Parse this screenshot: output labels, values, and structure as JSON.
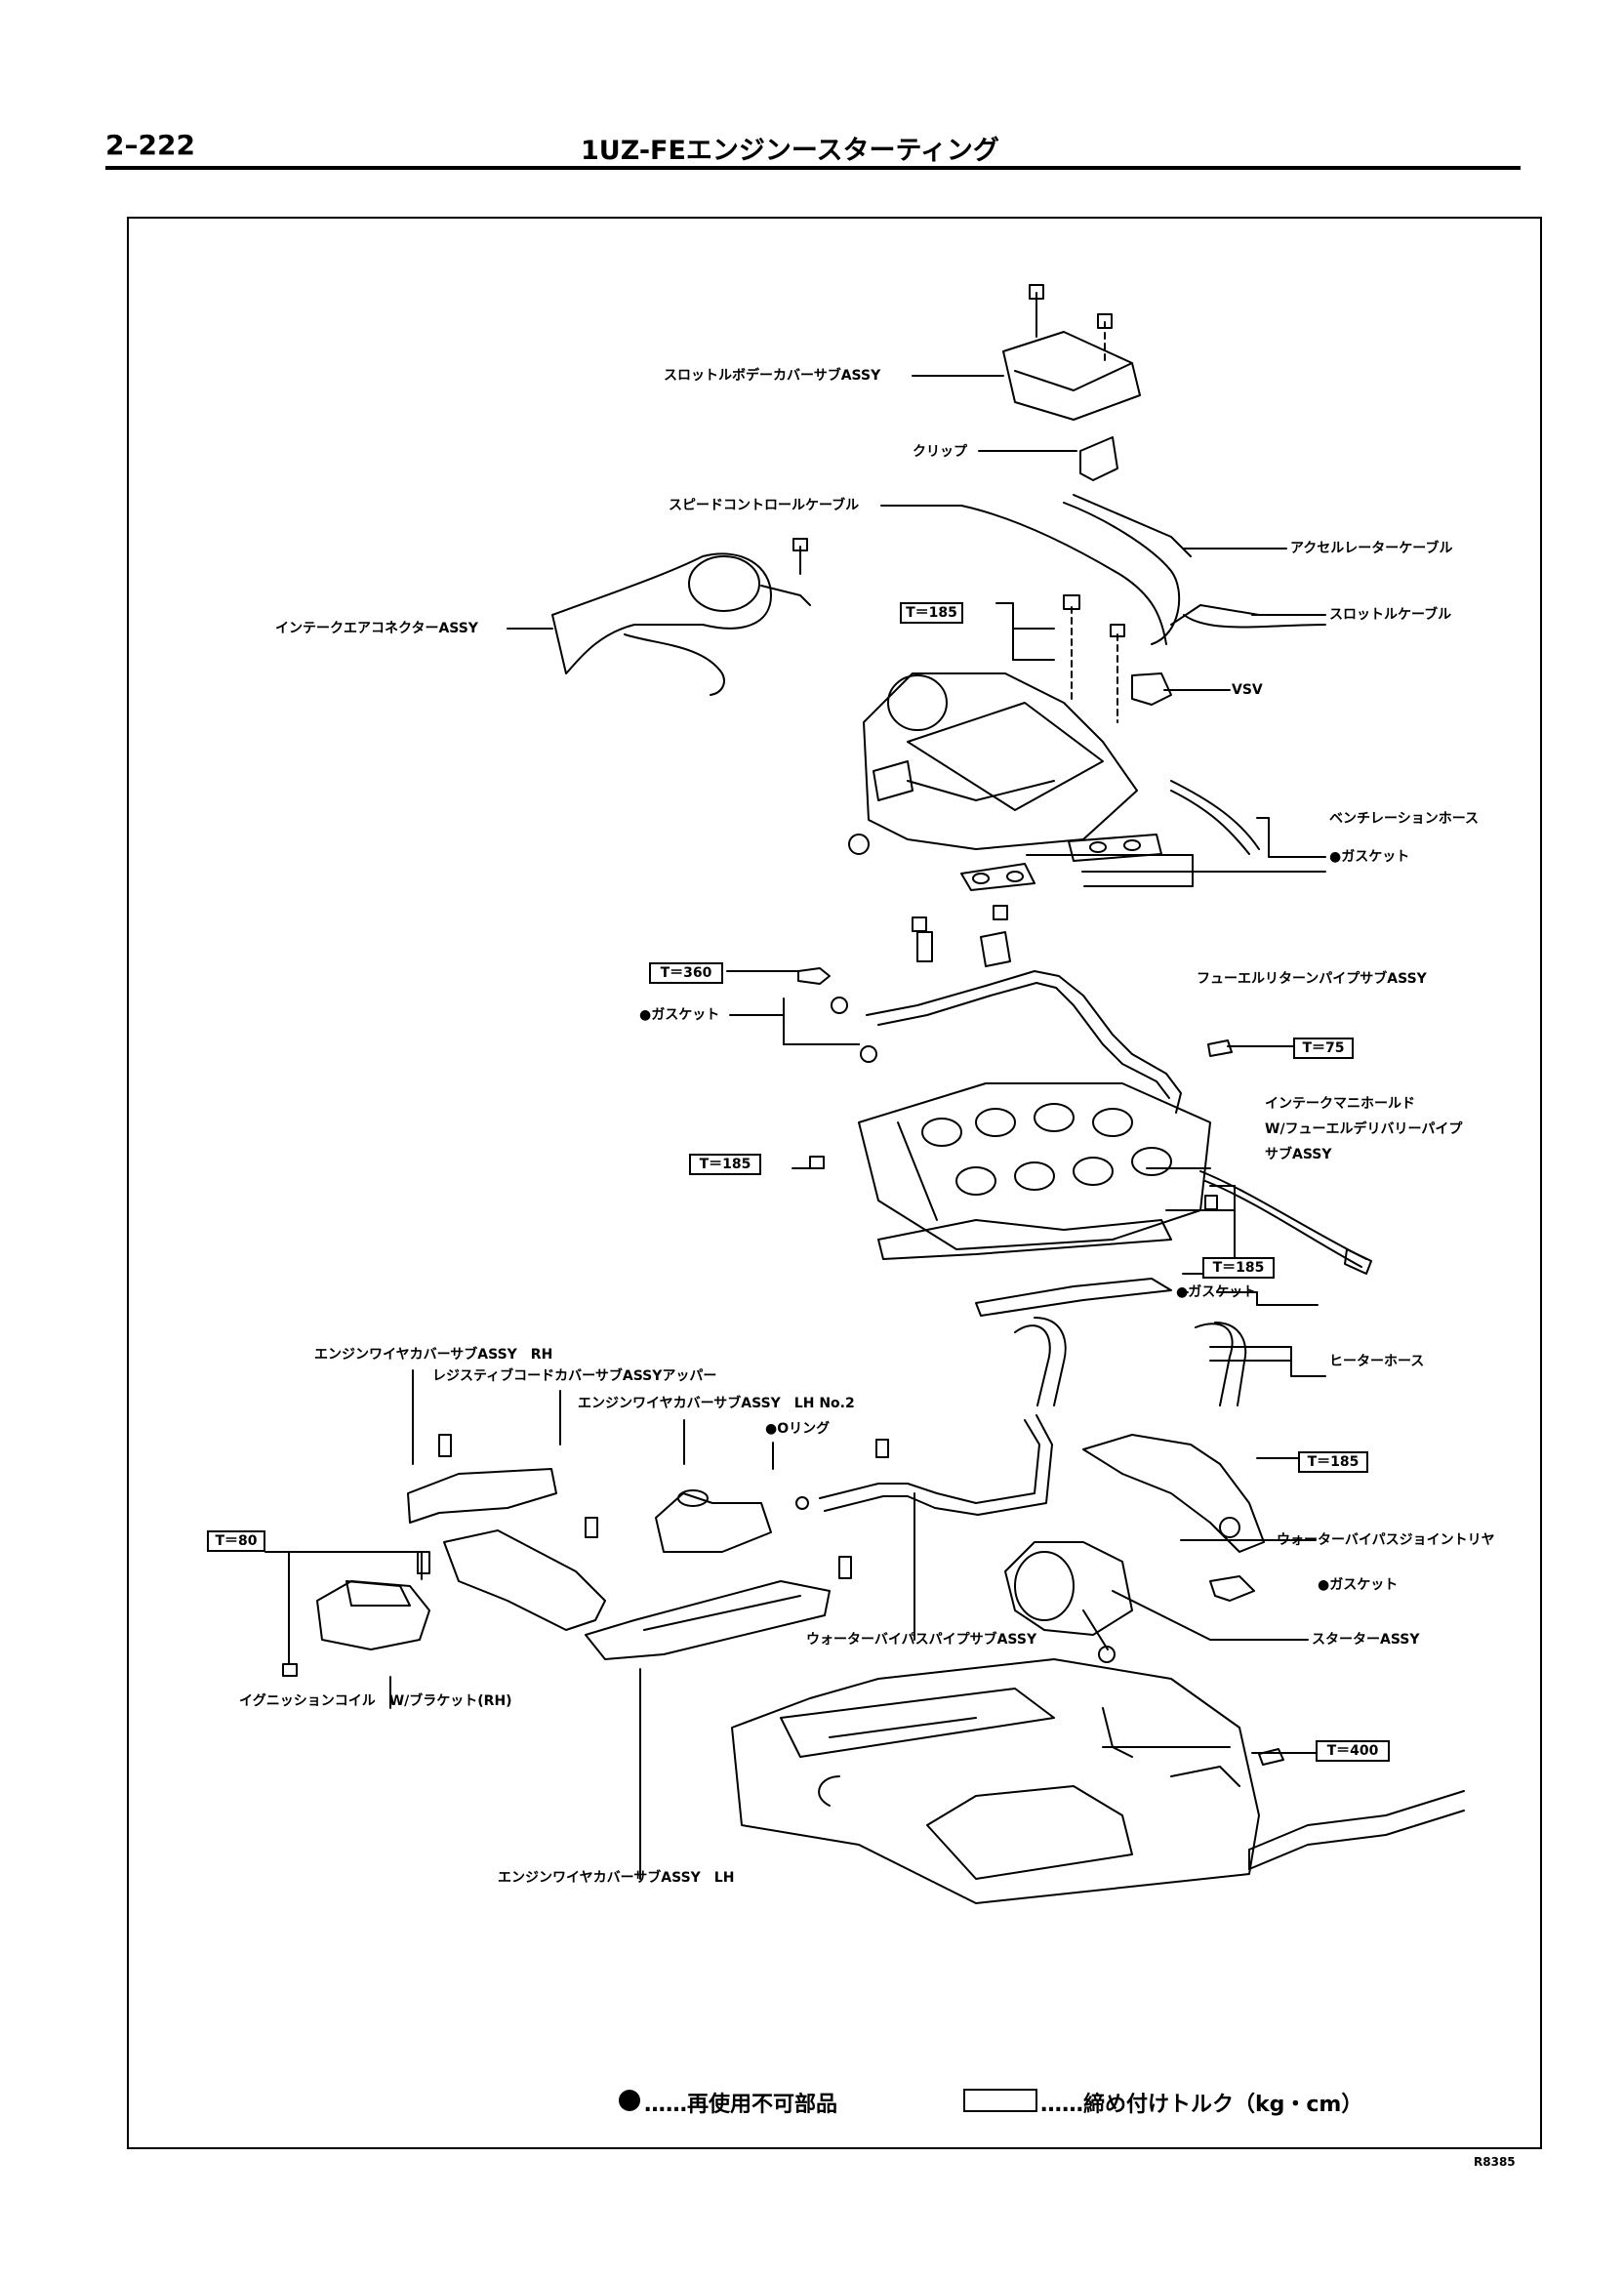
{
  "header": {
    "page_number": "2–222",
    "title": "1UZ-FEエンジンースターティング"
  },
  "parts": {
    "throttle_body_cover": "スロットルボデーカバーサブASSY",
    "clip": "クリップ",
    "speed_control_cable": "スピードコントロールケーブル",
    "accelerator_cable": "アクセルレーターケーブル",
    "intake_air_connector": "インテークエアコネクターASSY",
    "throttle_cable": "スロットルケーブル",
    "vsv": "VSV",
    "ventilation_hose": "ベンチレーションホース",
    "gasket_1": "●ガスケット",
    "fuel_return_pipe": "フューエルリターンパイプサブASSY",
    "gasket_2": "●ガスケット",
    "intake_manifold_1": "インテークマニホールド",
    "intake_manifold_2": "W/フューエルデリバリーパイプ",
    "intake_manifold_3": "サブASSY",
    "gasket_3": "●ガスケット",
    "engine_wire_cover_rh": "エンジンワイヤカバーサブASSY　RH",
    "resistive_cord_cover": "レジスティブコードカバーサブASSYアッパー",
    "engine_wire_cover_lh_no2": "エンジンワイヤカバーサブASSY　LH No.2",
    "o_ring": "●Oリング",
    "heater_hose": "ヒーターホース",
    "water_bypass_joint": "ウォーターバイパスジョイントリヤ",
    "gasket_4": "●ガスケット",
    "starter": "スターターASSY",
    "water_bypass_pipe": "ウォーターバイパスパイプサブASSY",
    "ignition_coil": "イグニッションコイル　W/ブラケット(RH)",
    "engine_wire_cover_lh": "エンジンワイヤカバーサブASSY　LH"
  },
  "torques": {
    "t185_a": "T＝185",
    "t360": "T＝360",
    "t75": "T＝75",
    "t185_b": "T＝185",
    "t185_c": "T＝185",
    "t185_d": "T＝185",
    "t80": "T＝80",
    "t400": "T＝400"
  },
  "legend": {
    "non_reusable": "……再使用不可部品",
    "torque": "……締め付けトルク（kg・cm）"
  },
  "figure_code": "R8385"
}
